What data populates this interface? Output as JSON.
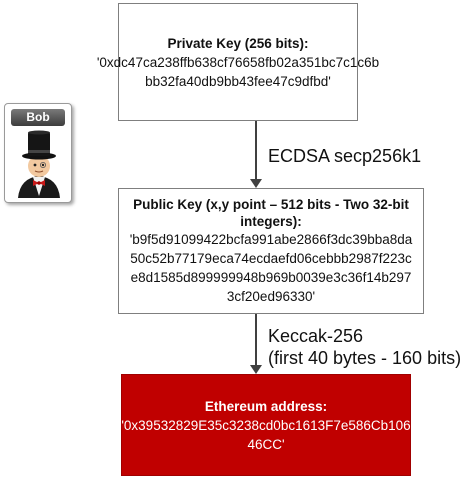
{
  "bob": {
    "label": "Bob"
  },
  "private_key": {
    "title": "Private Key (256 bits):",
    "lines": [
      "'0xdc47ca238ffb638cf76658fb02a351bc7c1c6b",
      "bb32fa40db9bb43fee47c9dfbd'"
    ]
  },
  "arrow1": {
    "label": "ECDSA secp256k1"
  },
  "public_key": {
    "title_lines": [
      "Public Key (x,y point – 512 bits - Two 32-bit",
      "integers):"
    ],
    "lines": [
      "'b9f5d91099422bcfa991abe2866f3dc39bba8da",
      "50c52b77179eca74ecdaefd06cebbb2987f223c",
      "e8d1585d899999948b969b0039e3c36f14b297",
      "3cf20ed96330'"
    ]
  },
  "arrow2": {
    "label_lines": [
      "Keccak-256",
      "(first 40 bytes - 160 bits)"
    ]
  },
  "eth_address": {
    "title": "Ethereum address:",
    "lines": [
      "'0x39532829E35c3238cd0bc1613F7e586Cb106",
      "46CC'"
    ]
  },
  "colors": {
    "eth_box": "#c00000",
    "arrow": "#404040",
    "border": "#7f7f7f"
  },
  "icons": {
    "bob_avatar": "top-hat-person-icon"
  }
}
